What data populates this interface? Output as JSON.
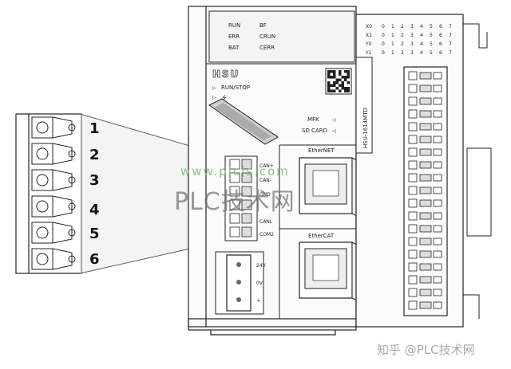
{
  "callouts": [
    "1",
    "2",
    "3",
    "4",
    "5",
    "6"
  ],
  "status_leds": {
    "left": [
      "RUN",
      "ERR",
      "BAT"
    ],
    "right": [
      "BF",
      "CRUN",
      "CERR"
    ]
  },
  "brand": "HSU",
  "run_stop_label": "RUN/STOP",
  "usb_symbol": "⭍",
  "mfk_label": "MFK",
  "sdcard_label": "SD CARD",
  "model": "HSU-1614MTD",
  "ethernet_label": "EtherNET",
  "ethercat_label": "EtherCAT",
  "terminal_labels": [
    "CAN+",
    "CAN-",
    "GND",
    "CANL",
    "COM2"
  ],
  "power_labels": [
    "24V",
    "0V",
    "⏚"
  ],
  "io_rows": [
    {
      "label": "X0",
      "cols": [
        "0",
        "1",
        "2",
        "3",
        "4",
        "5",
        "6",
        "7"
      ]
    },
    {
      "label": "X1",
      "cols": [
        "0",
        "1",
        "2",
        "3",
        "4",
        "5",
        "6",
        "7"
      ]
    },
    {
      "label": "Y0",
      "cols": [
        "0",
        "1",
        "2",
        "3",
        "4",
        "5",
        "6",
        "7"
      ]
    },
    {
      "label": "Y1",
      "cols": [
        "0",
        "1",
        "2",
        "3",
        "4",
        "5",
        "6",
        "7"
      ]
    }
  ],
  "watermarks": {
    "site": "www.plcjs.com",
    "main": "PLC技术网",
    "corner": "知乎 @PLC技术网"
  }
}
